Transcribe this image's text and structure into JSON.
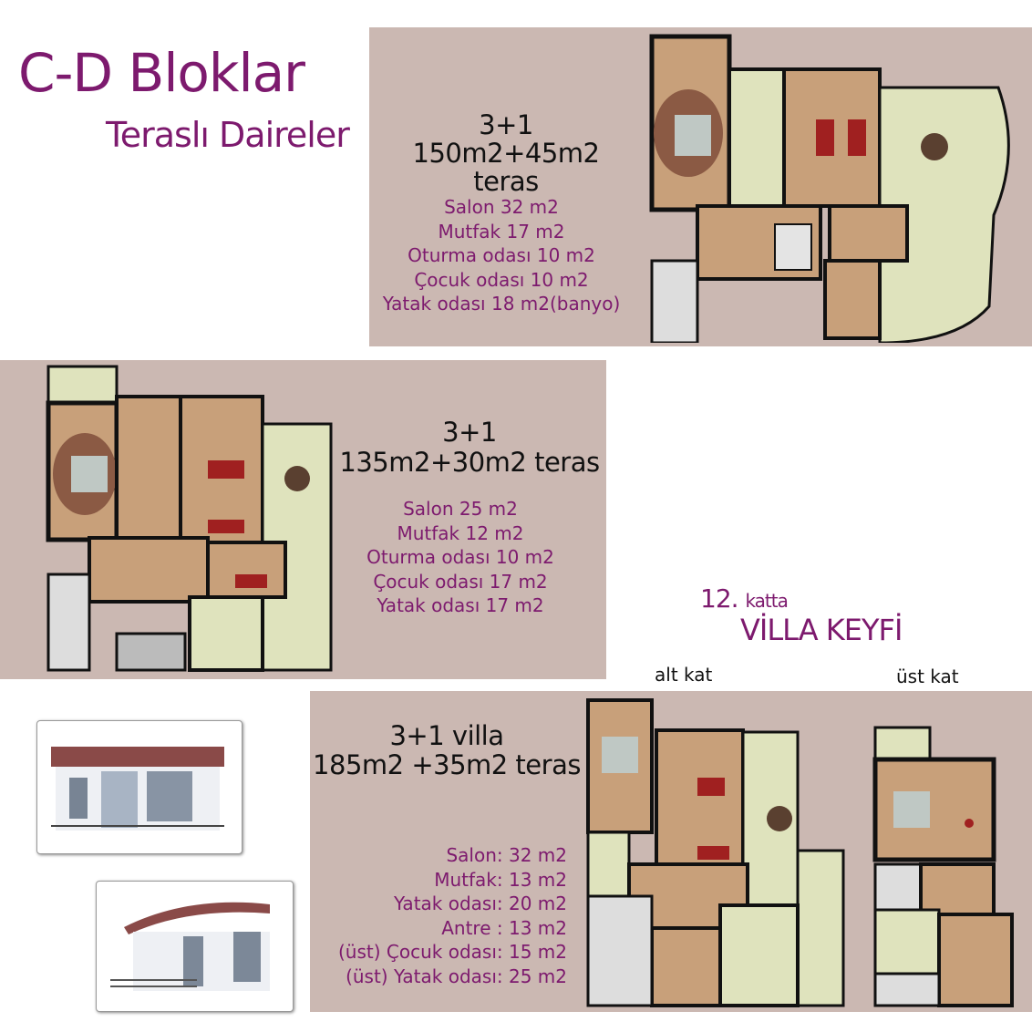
{
  "header": {
    "title": "C-D Bloklar",
    "subtitle": "Teraslı Daireler"
  },
  "units": [
    {
      "type": "3+1",
      "area": "150m2+45m2 teras",
      "rooms": [
        "Salon 32 m2",
        "Mutfak 17 m2",
        "Oturma odası 10 m2",
        "Çocuk odası 10 m2",
        "Yatak odası 18 m2(banyo)"
      ]
    },
    {
      "type": "3+1",
      "area": "135m2+30m2 teras",
      "rooms": [
        "Salon 25 m2",
        "Mutfak 12 m2",
        "Oturma odası 10 m2",
        "Çocuk odası 17 m2",
        "Yatak odası 17 m2"
      ]
    },
    {
      "type": "3+1 villa",
      "area": "185m2 +35m2 teras",
      "rooms": [
        "Salon: 32 m2",
        "Mutfak: 13 m2",
        "Yatak odası: 20 m2",
        "Antre : 13 m2",
        "(üst) Çocuk odası: 15 m2",
        "(üst) Yatak odası: 25 m2"
      ]
    }
  ],
  "villa": {
    "floor_number": "12.",
    "floor_word": "katta",
    "tagline": "VİLLA KEYFİ",
    "lower_floor": "alt kat",
    "upper_floor": "üst kat"
  },
  "colors": {
    "panel": "#cbb8b2",
    "accent": "#7d1a6e",
    "wood": "#c8a07a",
    "tile": "#dfe3bd",
    "wall": "#111111"
  }
}
